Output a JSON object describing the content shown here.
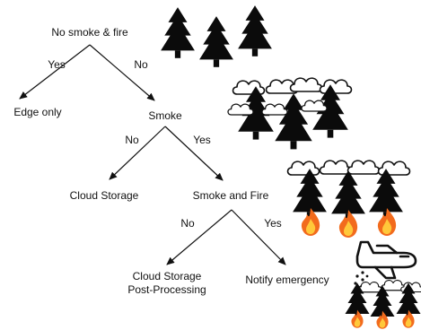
{
  "nodes": {
    "root": "No smoke & fire",
    "smoke": "Smoke",
    "smoke_and_fire": "Smoke and Fire",
    "edge_only": "Edge only",
    "cloud_storage": "Cloud Storage",
    "cloud_post_line1": "Cloud Storage",
    "cloud_post_line2": "Post-Processing",
    "notify": "Notify emergency"
  },
  "branches": {
    "root_yes": "Yes",
    "root_no": "No",
    "smoke_no": "No",
    "smoke_yes": "Yes",
    "fire_no": "No",
    "fire_yes": "Yes"
  },
  "icons": [
    "forest-icon",
    "smoky-forest-icon",
    "forest-fire-icon",
    "firefighting-airplane-icon"
  ],
  "colors": {
    "ink": "#111111",
    "flame_outer": "#f26b1d",
    "flame_inner": "#ffc83a"
  }
}
